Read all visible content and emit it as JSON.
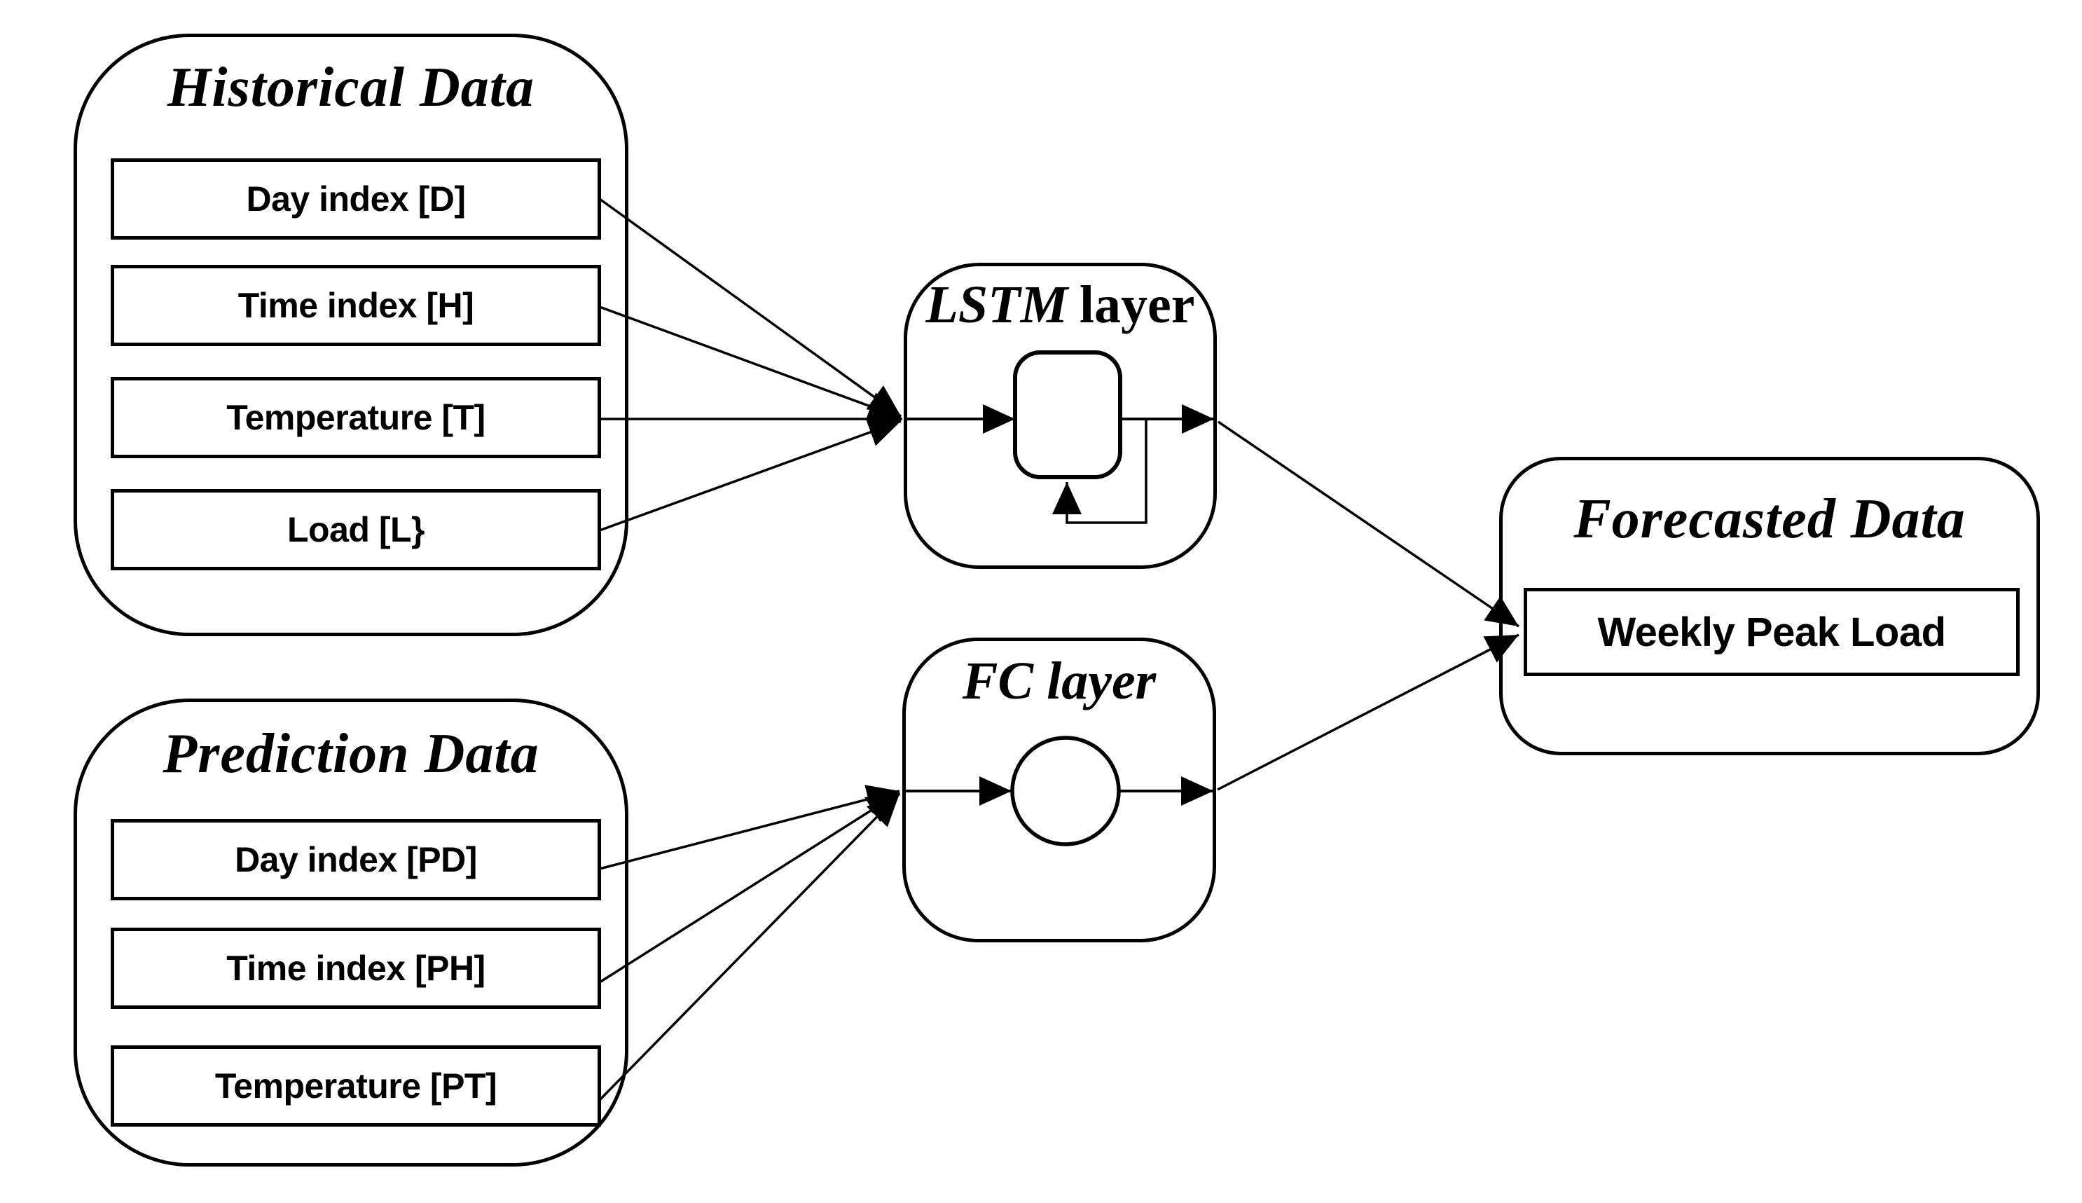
{
  "page": {
    "background_color": "#ffffff",
    "line_color": "#000000"
  },
  "historical": {
    "title": "Historical Data",
    "items": [
      {
        "label": "Day index [D]"
      },
      {
        "label": "Time index [H]"
      },
      {
        "label": "Temperature [T]"
      },
      {
        "label": "Load [L}"
      }
    ]
  },
  "prediction": {
    "title": "Prediction Data",
    "items": [
      {
        "label": "Day index [PD]"
      },
      {
        "label": "Time index [PH]"
      },
      {
        "label": "Temperature [PT]"
      }
    ]
  },
  "lstm": {
    "title_abbr": "LSTM",
    "title_rest": "layer"
  },
  "fc": {
    "title": "FC layer"
  },
  "forecast": {
    "title": "Forecasted Data",
    "output_label": "Weekly Peak Load"
  }
}
